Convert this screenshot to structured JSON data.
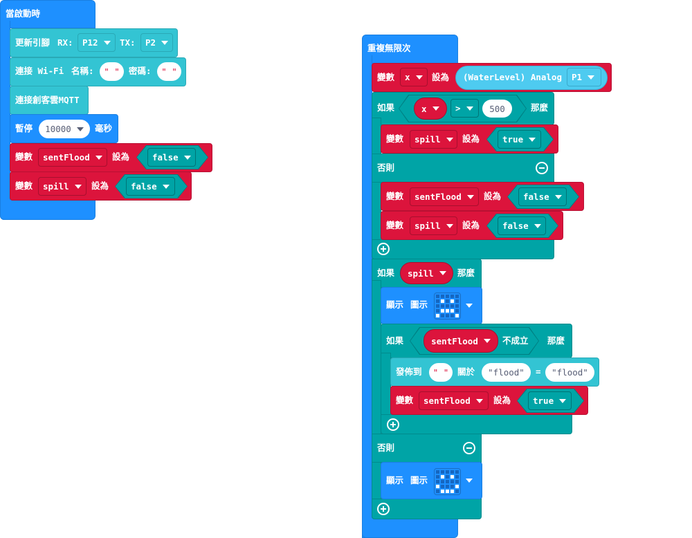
{
  "on_start": {
    "title": "當啟動時",
    "pins": {
      "label": "更新引腳",
      "rx_label": "RX:",
      "rx_value": "P12",
      "tx_label": "TX:",
      "tx_value": "P2"
    },
    "wifi": {
      "label": "連接 Wi-Fi",
      "name_label": "名稱:",
      "name_value": "\" \"",
      "pwd_label": "密碼:",
      "pwd_value": "\" \""
    },
    "mqtt": {
      "label": "連接創客雲MQTT"
    },
    "pause": {
      "label": "暫停",
      "value": "10000",
      "unit": "毫秒"
    },
    "set1": {
      "label": "變數",
      "var": "sentFlood",
      "to": "設為",
      "value": "false"
    },
    "set2": {
      "label": "變數",
      "var": "spill",
      "to": "設為",
      "value": "false"
    }
  },
  "forever": {
    "title": "重複無限次",
    "set_x": {
      "label": "變數",
      "var": "x",
      "to": "設為",
      "sensor": "(WaterLevel) Analog",
      "pin": "P1"
    },
    "if1": {
      "if_label": "如果",
      "var": "x",
      "op": ">",
      "value": "500",
      "then_label": "那麼",
      "set_true": {
        "label": "變數",
        "var": "spill",
        "to": "設為",
        "value": "true"
      },
      "else_label": "否則",
      "set_false1": {
        "label": "變數",
        "var": "sentFlood",
        "to": "設為",
        "value": "false"
      },
      "set_false2": {
        "label": "變數",
        "var": "spill",
        "to": "設為",
        "value": "false"
      }
    },
    "if2": {
      "if_label": "如果",
      "var": "spill",
      "then_label": "那麼",
      "show1": {
        "label": "顯示",
        "icon_label": "圖示",
        "icon": "sad",
        "pixels": [
          0,
          0,
          0,
          0,
          0,
          0,
          1,
          0,
          1,
          0,
          0,
          0,
          0,
          0,
          0,
          0,
          1,
          1,
          1,
          0,
          1,
          0,
          0,
          0,
          1
        ]
      },
      "inner_if": {
        "if_label": "如果",
        "var": "sentFlood",
        "not_label": "不成立",
        "then_label": "那麼",
        "publish": {
          "label": "發佈到",
          "topic": "\" \"",
          "about": "關於",
          "key": "\"flood\"",
          "eq": "=",
          "value": "\"flood\""
        },
        "set_true": {
          "label": "變數",
          "var": "sentFlood",
          "to": "設為",
          "value": "true"
        }
      },
      "else_label": "否則",
      "show2": {
        "label": "顯示",
        "icon_label": "圖示",
        "icon": "happy",
        "pixels": [
          0,
          0,
          0,
          0,
          0,
          0,
          1,
          0,
          1,
          0,
          0,
          0,
          0,
          0,
          0,
          1,
          0,
          0,
          0,
          1,
          0,
          1,
          1,
          1,
          0
        ]
      }
    }
  },
  "colors": {
    "basic": "#1e90ff",
    "logic": "#00a4a6",
    "variables": "#dc143c",
    "iot": "#33c4d3",
    "sensor": "#4ecbf0"
  }
}
